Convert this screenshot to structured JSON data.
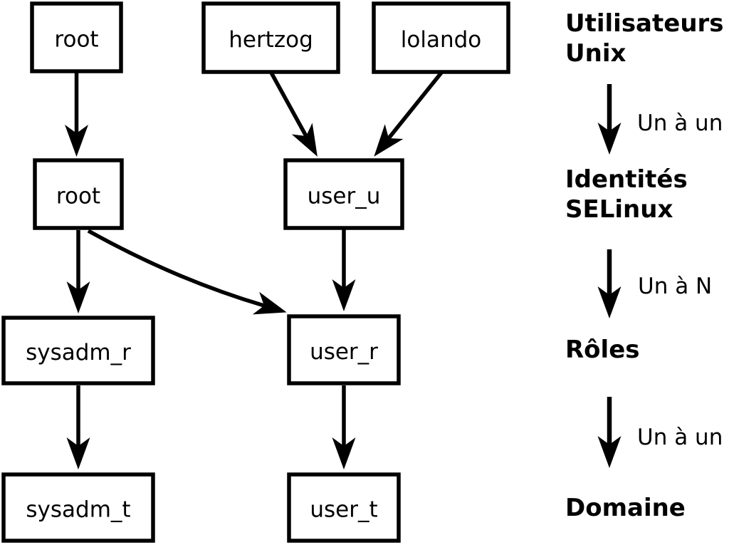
{
  "colors": {
    "ink": "#000000",
    "paper": "#ffffff"
  },
  "nodes": {
    "unix_root": {
      "label": "root"
    },
    "unix_hertzog": {
      "label": "hertzog"
    },
    "unix_lolando": {
      "label": "lolando"
    },
    "selinux_root": {
      "label": "root"
    },
    "selinux_user_u": {
      "label": "user_u"
    },
    "role_sysadm_r": {
      "label": "sysadm_r"
    },
    "role_user_r": {
      "label": "user_r"
    },
    "domain_sysadm_t": {
      "label": "sysadm_t"
    },
    "domain_user_t": {
      "label": "user_t"
    }
  },
  "edges": [
    {
      "from": "unix_root",
      "to": "selinux_root"
    },
    {
      "from": "unix_hertzog",
      "to": "selinux_user_u"
    },
    {
      "from": "unix_lolando",
      "to": "selinux_user_u"
    },
    {
      "from": "selinux_root",
      "to": "role_sysadm_r"
    },
    {
      "from": "selinux_root",
      "to": "role_user_r"
    },
    {
      "from": "selinux_user_u",
      "to": "role_user_r"
    },
    {
      "from": "role_sysadm_r",
      "to": "domain_sysadm_t"
    },
    {
      "from": "role_user_r",
      "to": "domain_user_t"
    }
  ],
  "legend": {
    "unix_users": {
      "line1": "Utilisateurs",
      "line2": "Unix"
    },
    "selinux_identities": {
      "line1": "Identités",
      "line2": "SELinux"
    },
    "roles": {
      "label": "Rôles"
    },
    "domain": {
      "label": "Domaine"
    },
    "unix_to_selinux": {
      "label": "Un à un"
    },
    "selinux_to_roles": {
      "label": "Un à N"
    },
    "roles_to_domain": {
      "label": "Un à un"
    }
  }
}
